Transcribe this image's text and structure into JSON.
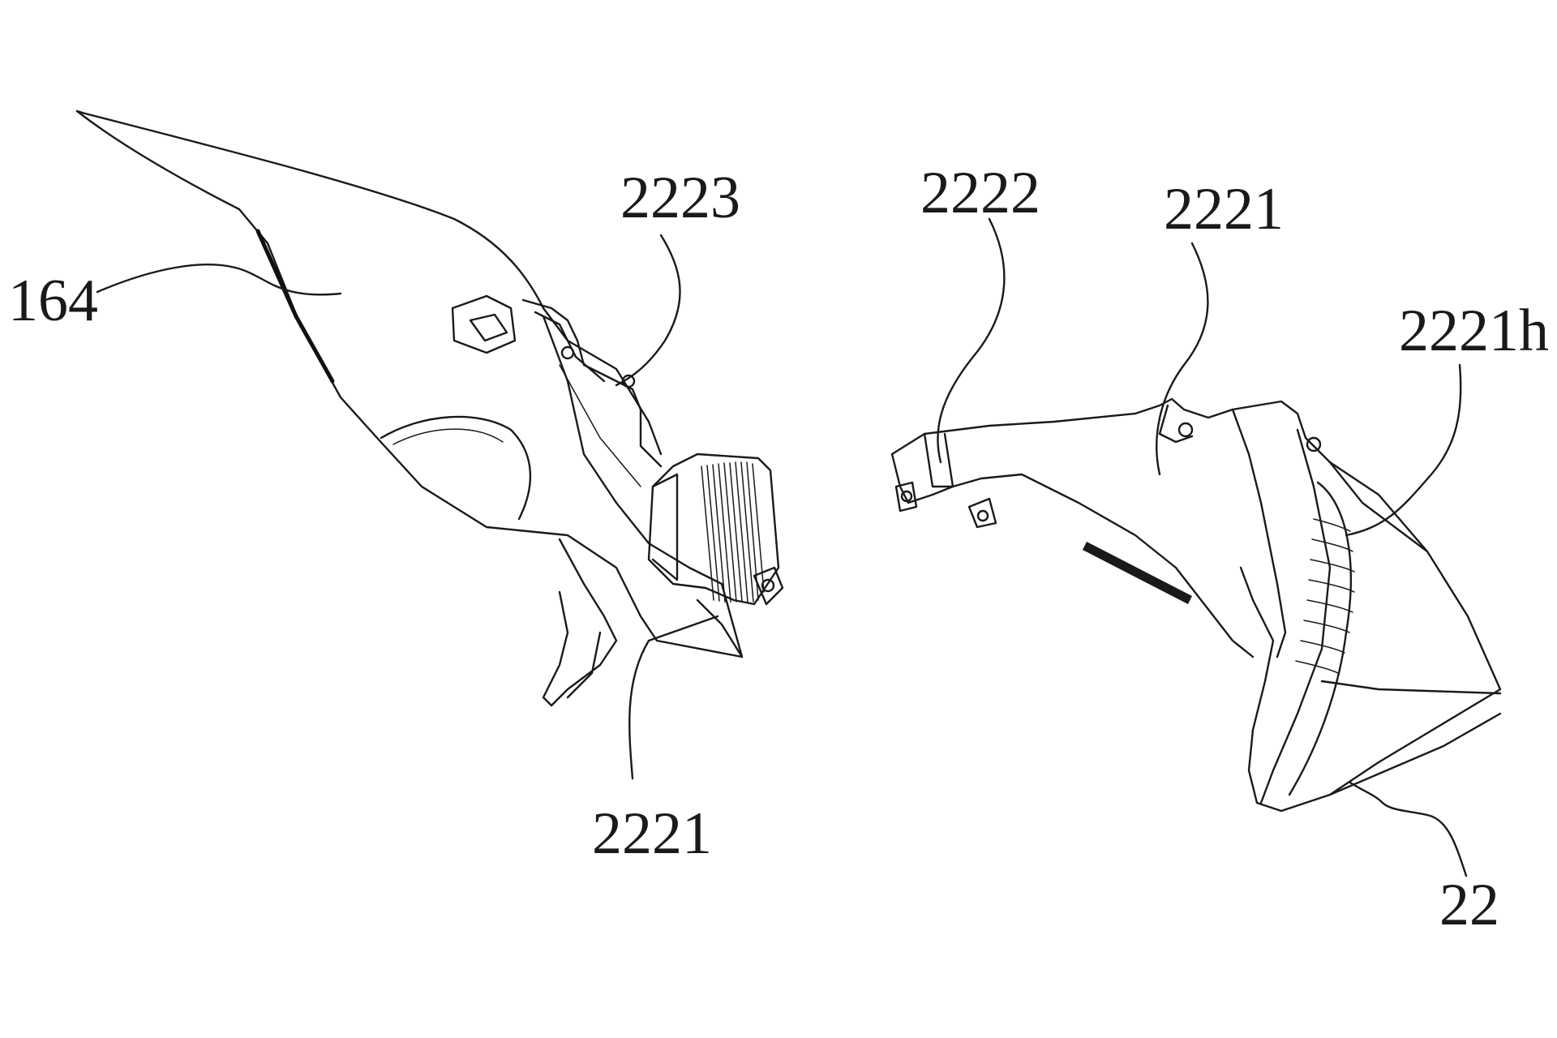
{
  "figure": {
    "labels": {
      "part_164": "164",
      "part_2223": "2223",
      "part_2221_left": "2221",
      "part_2222": "2222",
      "part_2221_right": "2221",
      "part_2221h": "2221h",
      "part_22": "22"
    }
  }
}
